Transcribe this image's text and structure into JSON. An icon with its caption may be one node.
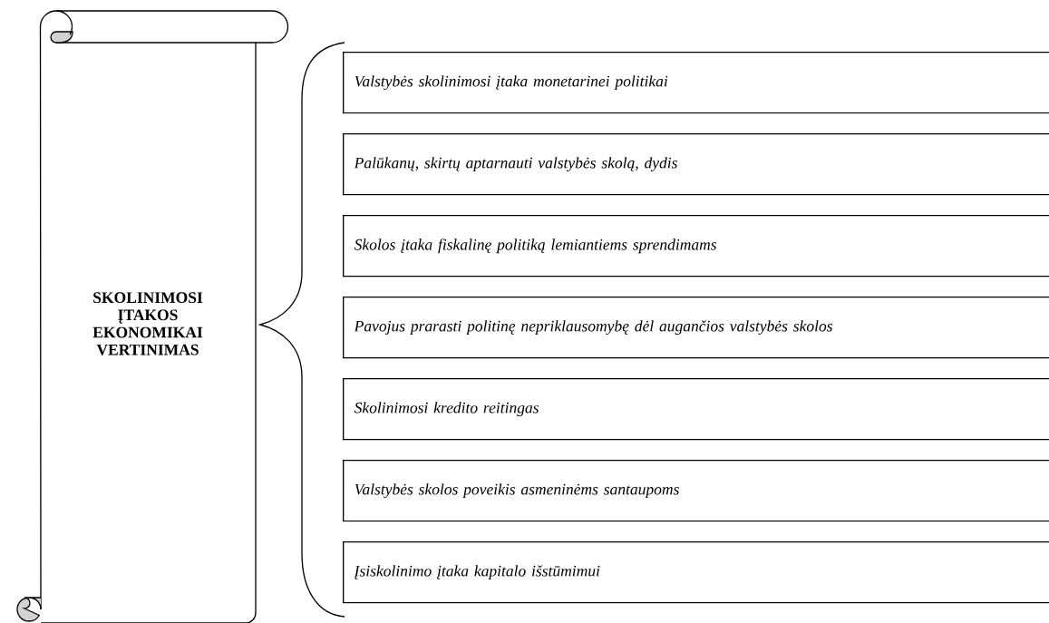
{
  "diagram": {
    "nodes": [
      {
        "text": [
          "SKOLINIMOSI ĮTAKOS EKONOMIKAI VERTINIMAS"
        ]
      },
      {
        "text": [
          "Valstybės skolinimosi įtaka monetarinei politikai"
        ]
      },
      {
        "text": [
          "Palūkanų, skirtų aptarnauti valstybės skolą, dydis"
        ]
      },
      {
        "text": [
          "Skolos įtaka fiskalinę politiką lemiantiems sprendimams"
        ]
      },
      {
        "text": [
          "Pavojus prarasti politinę nepriklausomybę dėl augančios valstybės skolos"
        ]
      },
      {
        "text": [
          "Skolinimosi kredito reitingas"
        ]
      },
      {
        "text": [
          "Valstybės skolos poveikis asmeninėms santaupoms"
        ]
      },
      {
        "text": [
          "Įsiskolinimo įtaka kapitalo išstūmimui"
        ]
      }
    ]
  }
}
